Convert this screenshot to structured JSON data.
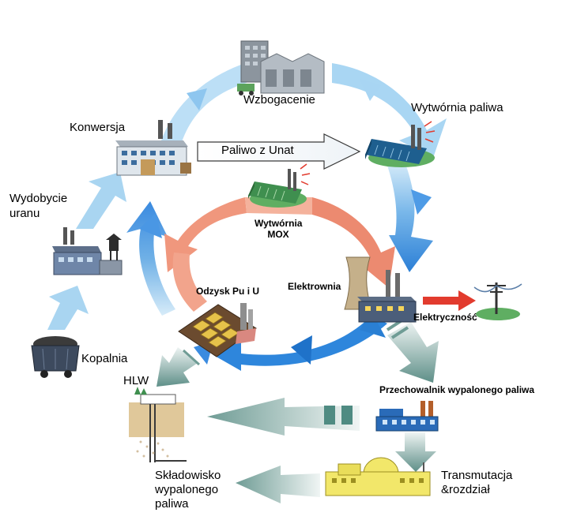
{
  "labels": {
    "enrichment": "Wzbogacenie",
    "fuel_plant": "Wytwórnia paliwa",
    "conversion": "Konwersja",
    "mining_line1": "Wydobycie",
    "mining_line2": "uranu",
    "mine": "Kopalnia",
    "fuel_arrow": "Paliwo z Unat",
    "mox_line1": "Wytwórnia",
    "mox_line2": "MOX",
    "recovery": "Odzysk Pu i U",
    "power_plant": "Elektrownia",
    "electricity": "Elektryczność",
    "hlw": "HLW",
    "spent_storage": "Przechowalnik wypalonego paliwa",
    "repository_line1": "Składowisko",
    "repository_line2": "wypalonego",
    "repository_line3": "paliwa",
    "transmutation_line1": "Transmutacja",
    "transmutation_line2": "&rozdział"
  },
  "colors": {
    "outer_cycle": "#3d8fe0",
    "outer_cycle_light": "#cfe8f8",
    "inner_cycle": "#e8735a",
    "inner_cycle_light": "#f6c9b8",
    "waste_arrow": "#6f9c95",
    "waste_arrow_light": "#e6eeec",
    "power_arrow": "#e23b2e",
    "plant_green": "#4f9a52",
    "building_blue": "#2a6bb8"
  }
}
